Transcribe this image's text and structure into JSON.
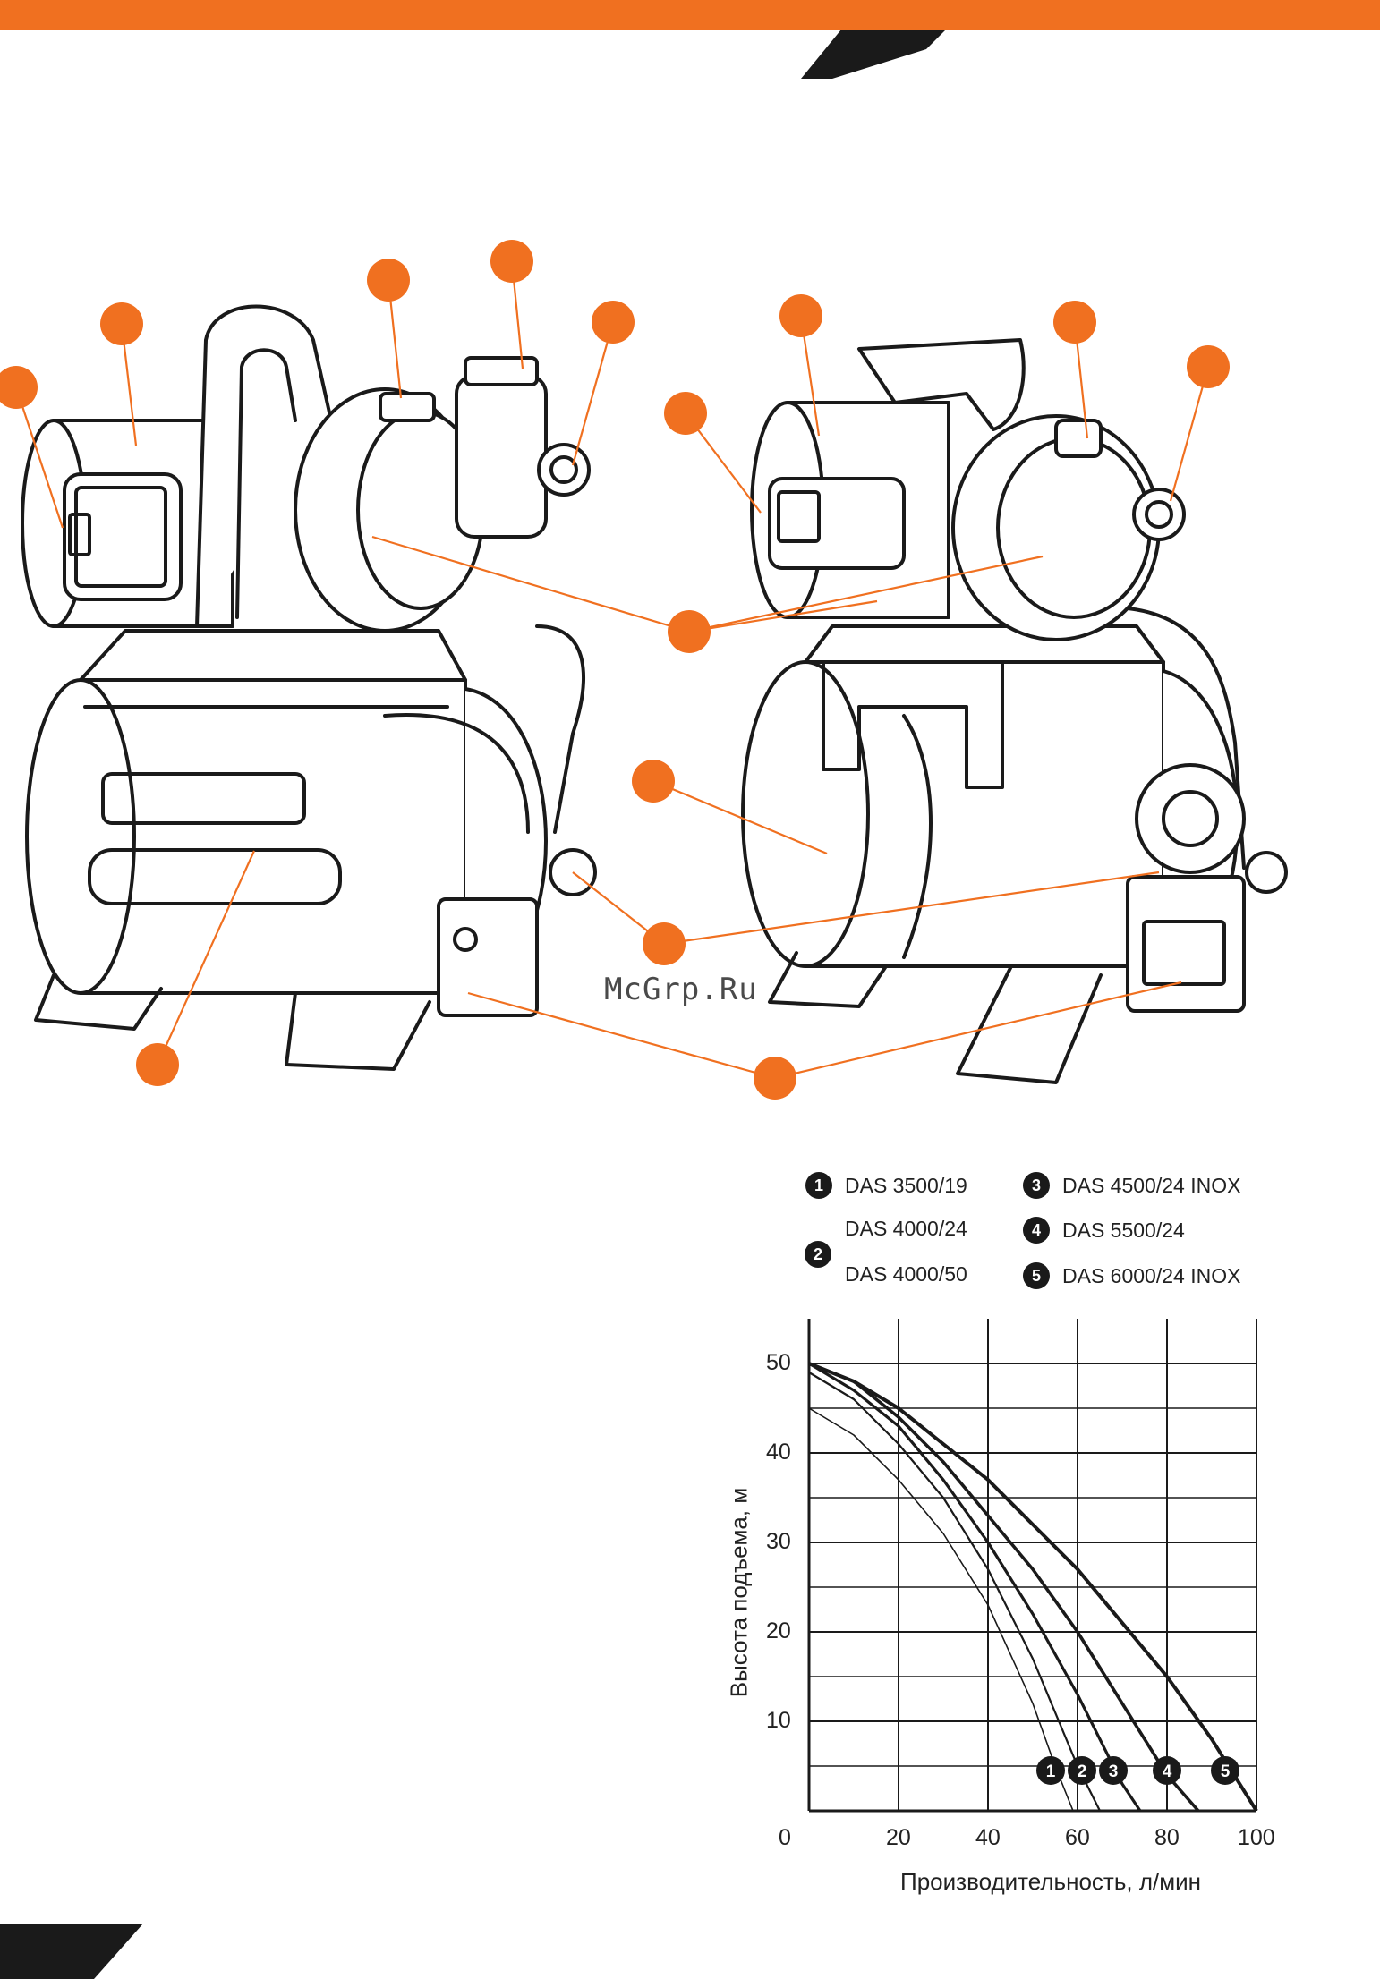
{
  "watermark": "McGrp.Ru",
  "legend": [
    {
      "badge": "1",
      "model": "DAS 3500/19"
    },
    {
      "badge": "2",
      "model": "DAS 4000/24"
    },
    {
      "badge": "",
      "model": "DAS 4000/50"
    },
    {
      "badge": "3",
      "model": "DAS 4500/24 INOX"
    },
    {
      "badge": "4",
      "model": "DAS 5500/24"
    },
    {
      "badge": "5",
      "model": "DAS 6000/24 INOX"
    }
  ],
  "colors": {
    "accent": "#f07020",
    "ink": "#1a1a1a"
  },
  "chart_data": {
    "type": "line",
    "xlabel": "Производительность, л/мин",
    "ylabel": "Высота подъема, м",
    "xlim": [
      0,
      100
    ],
    "ylim": [
      0,
      55
    ],
    "x_ticks": [
      "0",
      "20",
      "40",
      "60",
      "80",
      "100"
    ],
    "y_ticks": [
      "10",
      "20",
      "30",
      "40",
      "50"
    ],
    "grid": true,
    "series": [
      {
        "name": "1",
        "x": [
          0,
          10,
          20,
          30,
          40,
          50,
          55,
          59
        ],
        "y": [
          45,
          42,
          37,
          31,
          23,
          12,
          5,
          0
        ]
      },
      {
        "name": "2",
        "x": [
          0,
          10,
          20,
          30,
          40,
          50,
          60,
          65
        ],
        "y": [
          49,
          46,
          41,
          35,
          27,
          17,
          5,
          0
        ]
      },
      {
        "name": "3",
        "x": [
          0,
          10,
          20,
          30,
          40,
          50,
          60,
          70,
          74
        ],
        "y": [
          50,
          47,
          43,
          37,
          30,
          22,
          13,
          3,
          0
        ]
      },
      {
        "name": "4",
        "x": [
          0,
          10,
          20,
          30,
          40,
          50,
          60,
          70,
          80,
          87
        ],
        "y": [
          50,
          48,
          44,
          39,
          33,
          27,
          20,
          12,
          4,
          0
        ]
      },
      {
        "name": "5",
        "x": [
          0,
          10,
          20,
          30,
          40,
          50,
          60,
          70,
          80,
          90,
          100
        ],
        "y": [
          50,
          48,
          45,
          41,
          37,
          32,
          27,
          21,
          15,
          8,
          0
        ]
      }
    ]
  }
}
